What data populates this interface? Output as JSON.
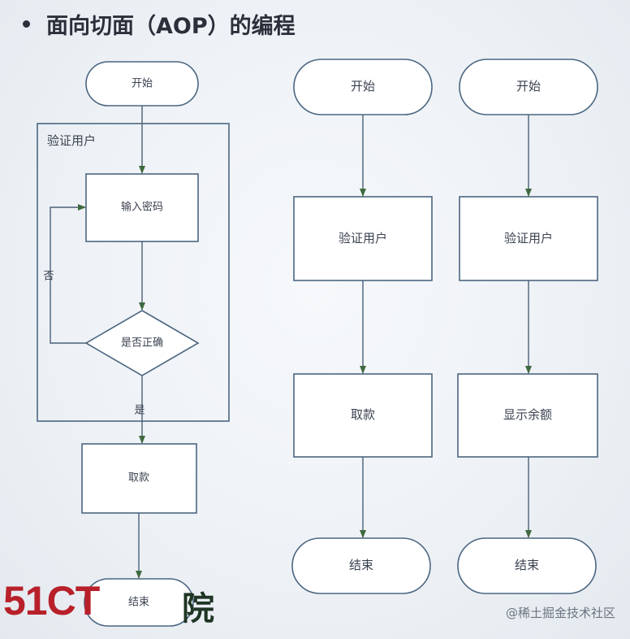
{
  "title": "面向切面（AOP）的编程",
  "flowchart_1": {
    "start": "开始",
    "group": "验证用户",
    "input": "输入密码",
    "decision": "是否正确",
    "no": "否",
    "yes": "是",
    "withdraw": "取款",
    "end": "结束"
  },
  "flowchart_2": {
    "start": "开始",
    "verify": "验证用户",
    "withdraw": "取款",
    "end": "结束"
  },
  "flowchart_3": {
    "start": "开始",
    "verify": "验证用户",
    "balance": "显示余额",
    "end": "结束"
  },
  "logo": {
    "main": "51CT",
    "tail": "院"
  },
  "watermark": "@稀土掘金技术社区"
}
